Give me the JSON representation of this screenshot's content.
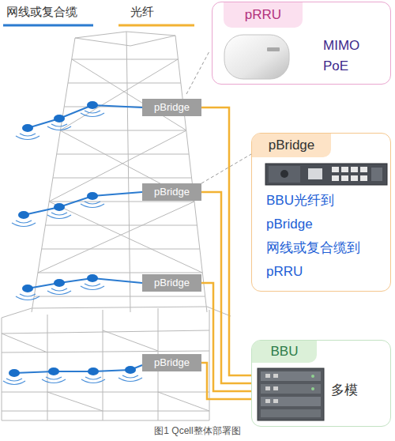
{
  "diagram": {
    "caption": "图1 Qcell整体部署图",
    "nodes": [
      {
        "text": [
          "pRRU",
          "MIMO PoE"
        ]
      },
      {
        "text": [
          "pBridge",
          "BBU光纤到 pBridge 网线或复合缆到 pRRU"
        ]
      },
      {
        "text": [
          "pBridge"
        ]
      },
      {
        "text": [
          "pBridge"
        ]
      },
      {
        "text": [
          "pBridge"
        ]
      },
      {
        "text": [
          "pBridge"
        ]
      },
      {
        "text": [
          "BBU",
          "多模"
        ]
      }
    ],
    "edges": [
      {
        "from": 2,
        "to": 6,
        "arrow": "none"
      },
      {
        "from": 3,
        "to": 6,
        "arrow": "none"
      },
      {
        "from": 4,
        "to": 6,
        "arrow": "none"
      },
      {
        "from": 5,
        "to": 6,
        "arrow": "none"
      },
      {
        "from": 3,
        "to": 1,
        "arrow": "none"
      }
    ],
    "legend": [
      {
        "text": "网线或复合缆"
      },
      {
        "text": "光纤"
      }
    ]
  }
}
